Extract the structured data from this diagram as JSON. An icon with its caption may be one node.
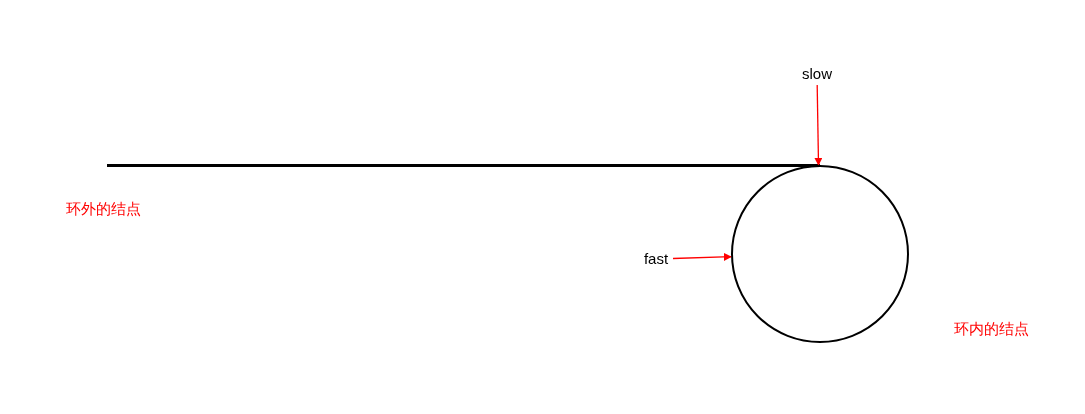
{
  "diagram": {
    "nodes": [
      {
        "text": [
          "slow"
        ]
      },
      {
        "text": [
          "fast"
        ]
      },
      {
        "text": [],
        "shape": "circle"
      }
    ],
    "edges": [
      {
        "from": 0,
        "to": 2,
        "arrow": "to"
      },
      {
        "from": 1,
        "to": 2,
        "arrow": "to"
      }
    ],
    "labels": [
      "环外的结点",
      "环内的结点"
    ]
  }
}
